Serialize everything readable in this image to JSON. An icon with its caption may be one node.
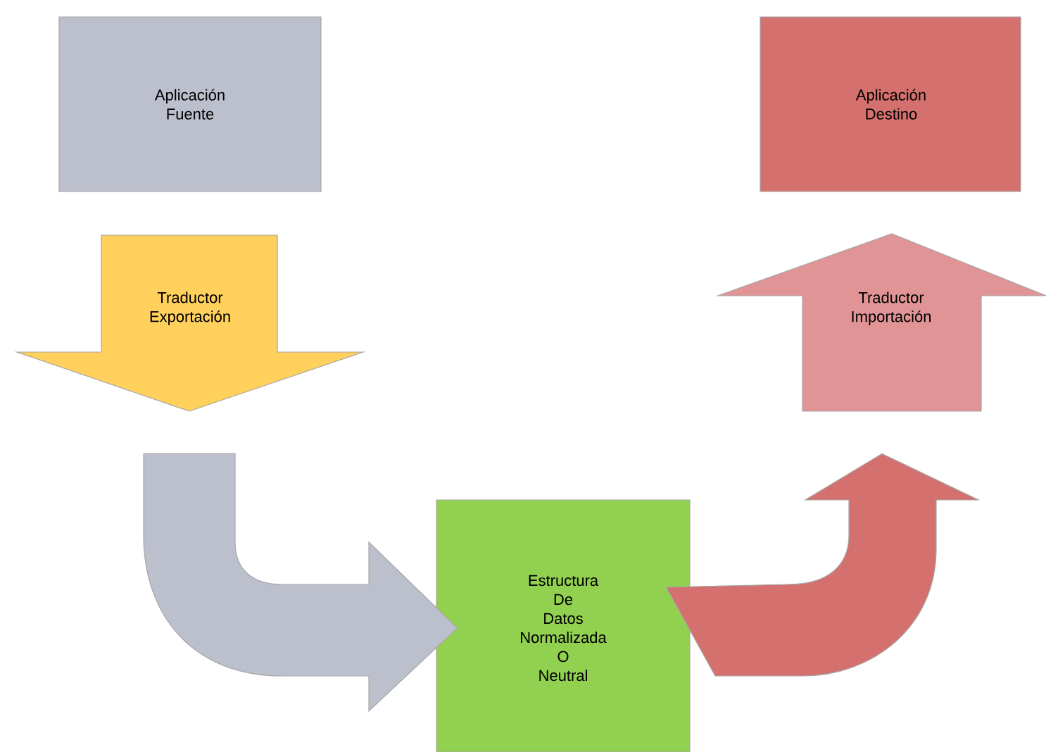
{
  "diagram": {
    "nodes": [
      {
        "text": [
          "Aplicación Fuente"
        ]
      },
      {
        "text": [
          "Aplicación Destino"
        ]
      },
      {
        "text": [
          "Traductor Exportación"
        ]
      },
      {
        "text": [
          "Traductor Importación"
        ]
      },
      {
        "text": [
          "Estructura De Datos Normalizada O Neutral"
        ]
      }
    ],
    "edges": [
      {
        "from": 2,
        "to": 4,
        "arrow": "to",
        "style": "thick",
        "color": "#bcbfcc"
      },
      {
        "from": 4,
        "to": 3,
        "arrow": "to",
        "style": "thick",
        "color": "#d4706e"
      }
    ]
  }
}
